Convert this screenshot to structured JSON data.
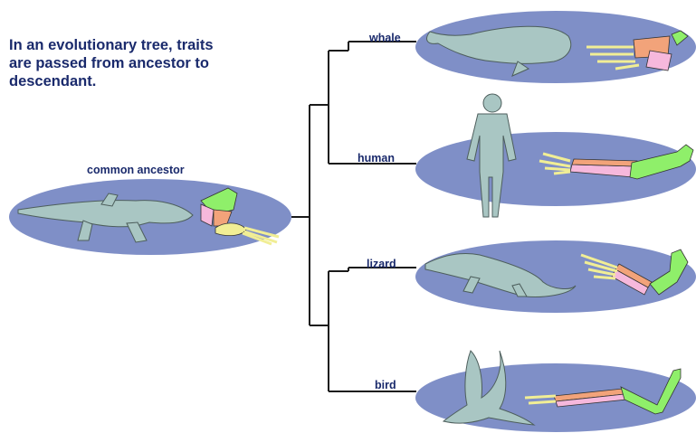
{
  "intro_text": "In an evolutionary tree, traits are passed from ancestor to descendant.",
  "labels": {
    "common_ancestor": "common ancestor",
    "whale": "whale",
    "human": "human",
    "lizard": "lizard",
    "bird": "bird"
  },
  "colors": {
    "text": "#1a2a6c",
    "oval": "#7f8fc7",
    "tree_line": "#1a1a1a",
    "animal": "#a9c6c3",
    "bone_green": "#8fef6a",
    "bone_pink": "#f6b8dc",
    "bone_orange": "#f2a37a",
    "bone_yellow": "#f1ee95"
  },
  "icons": [
    "tetrapod-icon",
    "whale-icon",
    "human-icon",
    "lizard-icon",
    "bird-icon",
    "limb-bones-icon"
  ]
}
